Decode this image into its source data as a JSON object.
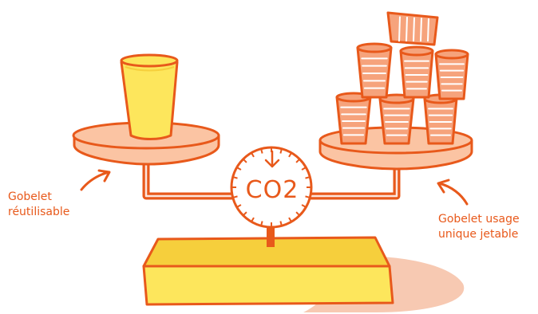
{
  "colors": {
    "outline": "#e8591b",
    "yellow": "#fde65c",
    "yellow_shade": "#f6cf3c",
    "peach": "#fbc4a3",
    "shadow": "#f7c9b2",
    "cup_fill": "#f6a37c",
    "white": "#ffffff"
  },
  "gauge": {
    "label": "CO2",
    "icon": "arrow-down-icon"
  },
  "captions": {
    "left": {
      "line1": "Gobelet",
      "line2": "réutilisable"
    },
    "right": {
      "line1": "Gobelet usage",
      "line2": "unique jetable"
    }
  }
}
